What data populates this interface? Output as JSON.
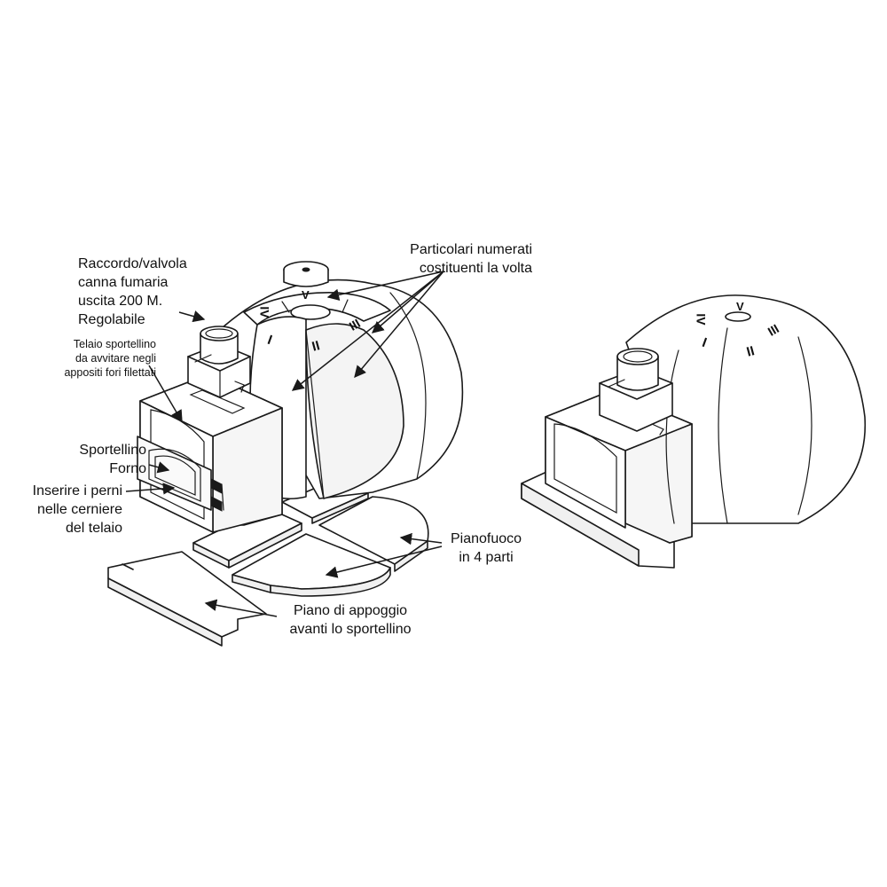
{
  "labels": {
    "raccordo": [
      "Raccordo/valvola",
      "canna fumaria",
      "uscita 200 M.",
      "Regolabile"
    ],
    "telaio": [
      "Telaio sportellino",
      "da avvitare negli",
      "appositi fori filettati"
    ],
    "sportellino": [
      "Sportellino",
      "Forno"
    ],
    "perni": [
      "Inserire i perni",
      "nelle cerniere",
      "del telaio"
    ],
    "particolari": [
      "Particolari numerati",
      "costituenti la volta"
    ],
    "pianofuoco": [
      "Pianofuoco",
      "in 4 parti"
    ],
    "piano": [
      "Piano di appoggio",
      "avanti lo sportellino"
    ]
  },
  "piece_marks": {
    "left_dome": [
      "I",
      "II",
      "III",
      "IV",
      "V"
    ],
    "right_dome": [
      "I",
      "II",
      "III",
      "IV",
      "V"
    ]
  },
  "colors": {
    "ink": "#1a1a1a",
    "paper": "#ffffff"
  }
}
